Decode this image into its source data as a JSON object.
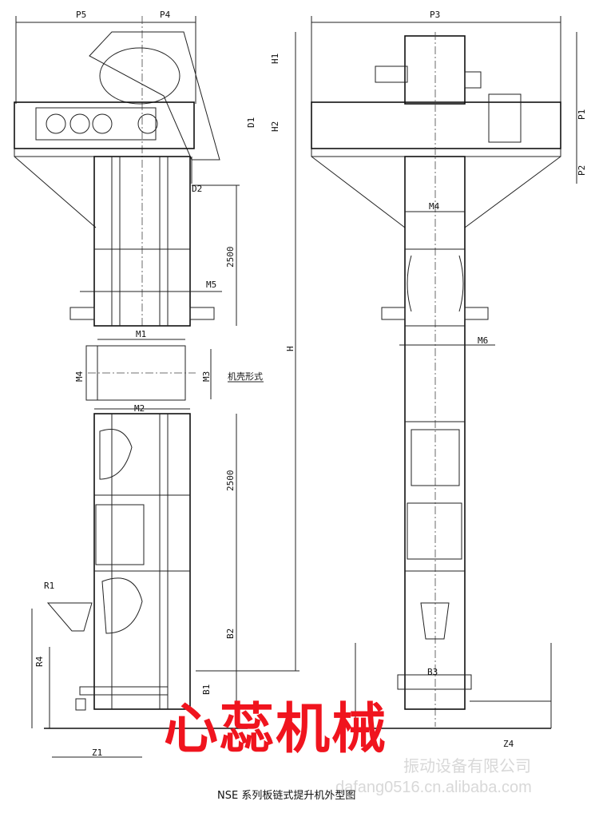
{
  "labels": {
    "P5": "P5",
    "P4": "P4",
    "H1": "H1",
    "H2": "H2",
    "D1": "D1",
    "D2": "D2",
    "len_upper": "2500",
    "M5": "M5",
    "M1": "M1",
    "M4_left": "M4",
    "M3": "M3",
    "casing_form": "机壳形式",
    "M2": "M2",
    "len_lower": "2500",
    "R1": "R1",
    "R4": "R4",
    "B2": "B2",
    "B1": "B1",
    "Z1": "Z1",
    "H": "H",
    "P3": "P3",
    "P1": "P1",
    "P2": "P2",
    "M4_right": "M4",
    "M6": "M6",
    "B3": "B3",
    "Z4": "Z4"
  },
  "brand": "心蕊机械",
  "watermark": {
    "company": "振动设备有限公司",
    "url": "dafang0516.cn.alibaba.com"
  },
  "caption": "NSE 系列板链式提升机外型图",
  "colors": {
    "brand": "#f0141e",
    "line": "#222222",
    "watermark": "#d8d8d8"
  }
}
